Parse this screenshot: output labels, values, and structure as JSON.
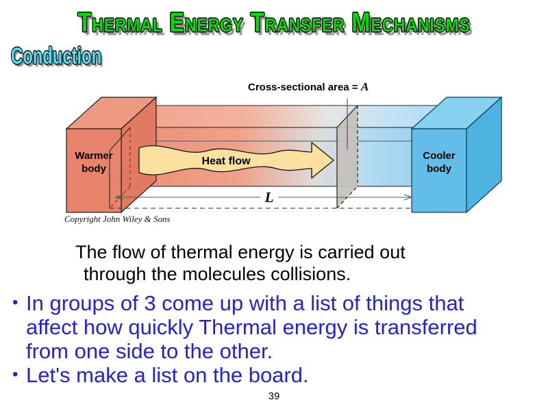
{
  "slide": {
    "title": "Thermal Energy Transfer Mechanisms",
    "subtitle": "Conduction",
    "page_number": "39",
    "title_color": "#00E000",
    "subtitle_color": "#4FE2F5",
    "bullet_color": "#2222DD"
  },
  "diagram": {
    "warmer_body_label_line1": "Warmer",
    "warmer_body_label_line2": "body",
    "cooler_body_label_line1": "Cooler",
    "cooler_body_label_line2": "body",
    "heat_flow_label": "Heat flow",
    "cross_section_label": "Cross-sectional area =",
    "cross_section_symbol": "A",
    "length_symbol": "L",
    "copyright": "Copyright John Wiley & Sons",
    "warmer_color": "#E8846C",
    "warmer_top_color": "#EE9A82",
    "warmer_side_color": "#E8846C",
    "cooler_color": "#62BEE8",
    "cooler_top_color": "#86D0F0",
    "heat_arrow_color": "#FBE0A0",
    "cross_section_color": "#C6C1BC"
  },
  "body": {
    "paragraph_line1": "The flow of thermal energy is carried out",
    "paragraph_line2": "through the molecules collisions.",
    "bullets": [
      {
        "line1": "In groups of 3 come up with a list of things that",
        "line2": "affect how quickly Thermal energy is transferred",
        "line3": "from one side to the other."
      },
      {
        "line1": "Let's make a list on the board."
      }
    ]
  }
}
